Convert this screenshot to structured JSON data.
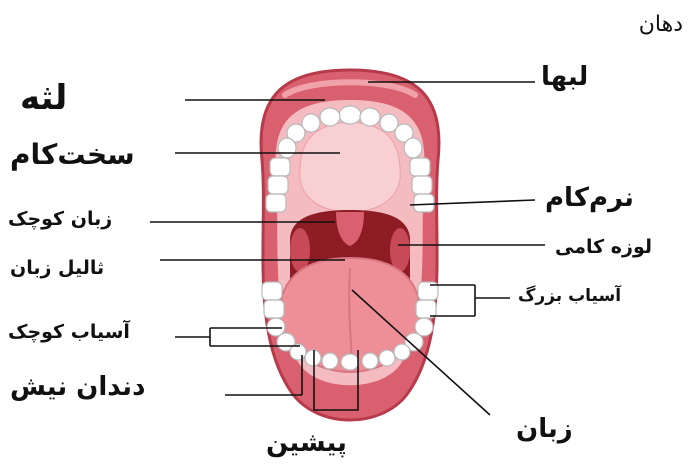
{
  "title": "دهان",
  "labels": {
    "lips": "لبها",
    "gum": "لثه",
    "hard_palate": "سخت‌کام",
    "soft_palate": "نرم‌کام",
    "uvula": "زبان کوچک",
    "tonsil": "لوزه کامی",
    "papilla": "ثالیل زبان",
    "molars": "آسیاب بزرگ",
    "premolars": "آسیاب کوچک",
    "canine": "دندان نیش",
    "tongue": "زبان",
    "incisors": "پیشین"
  },
  "colors": {
    "lip": "#d9606e",
    "lip_dark": "#b83a4a",
    "mouth_bg": "#f4bcc0",
    "palate": "#f8cfd2",
    "throat": "#8e1c24",
    "tongue": "#ee8f98",
    "tooth": "#ffffff",
    "tooth_outline": "#b8b8b8",
    "line": "#111111"
  }
}
